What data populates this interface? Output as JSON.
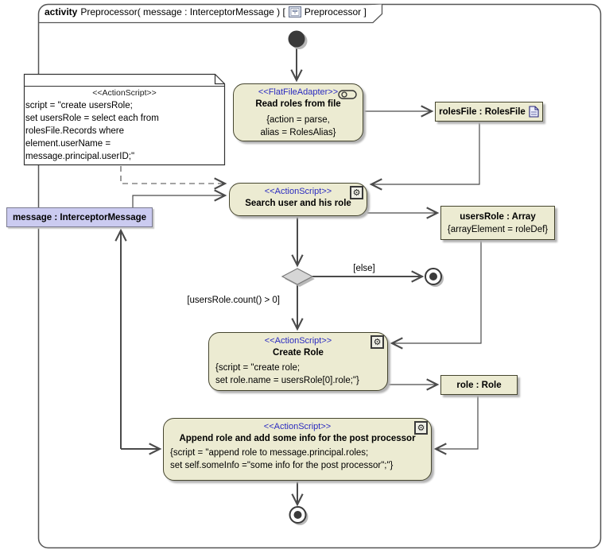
{
  "frame": {
    "keyword": "activity",
    "title": "Preprocessor( message : InterceptorMessage ) [",
    "title_tail": "Preprocessor ]"
  },
  "note": {
    "stereotype": "<<ActionScript>>",
    "lines": [
      "script = \"create usersRole;",
      "set usersRole = select each from",
      "rolesFile.Records where",
      "element.userName =",
      "message.principal.userID;\""
    ]
  },
  "nodes": {
    "read": {
      "stereotype": "<<FlatFileAdapter>>",
      "name": "Read roles from file",
      "props": [
        "{action = parse,",
        "alias = RolesAlias}"
      ]
    },
    "roles_file": {
      "name": "rolesFile : RolesFile"
    },
    "search": {
      "stereotype": "<<ActionScript>>",
      "name": "Search user and his role"
    },
    "users_role": {
      "name": "usersRole : Array",
      "prop": "{arrayElement = roleDef}"
    },
    "message": {
      "name": "message : InterceptorMessage"
    },
    "create": {
      "stereotype": "<<ActionScript>>",
      "name": "Create Role",
      "props": [
        "{script = \"create role;",
        "set role.name = usersRole[0].role;\"}"
      ]
    },
    "role": {
      "name": "role : Role"
    },
    "append": {
      "stereotype": "<<ActionScript>>",
      "name": "Append role and add some info for the post processor",
      "props": [
        "{script = \"append role to message.principal.roles;",
        "set self.someInfo =\"some info for the post processor\";\"}"
      ]
    }
  },
  "guards": {
    "else_label": "[else]",
    "count_label": "[usersRole.count() > 0]"
  },
  "icons": {
    "gear": "⚙",
    "adapter": "flat-file-adapter-icon",
    "file": "document-icon",
    "diagram": "activity-diagram-icon"
  },
  "colors": {
    "action_fill": "#ECEBD2",
    "action_border": "#45452E",
    "message_fill": "#CBCBF0",
    "stereotype_text": "#2A2AC0",
    "line": "#4A4A4A",
    "decision_fill": "#D6D6D6",
    "shadow": "#B3B3B3"
  }
}
